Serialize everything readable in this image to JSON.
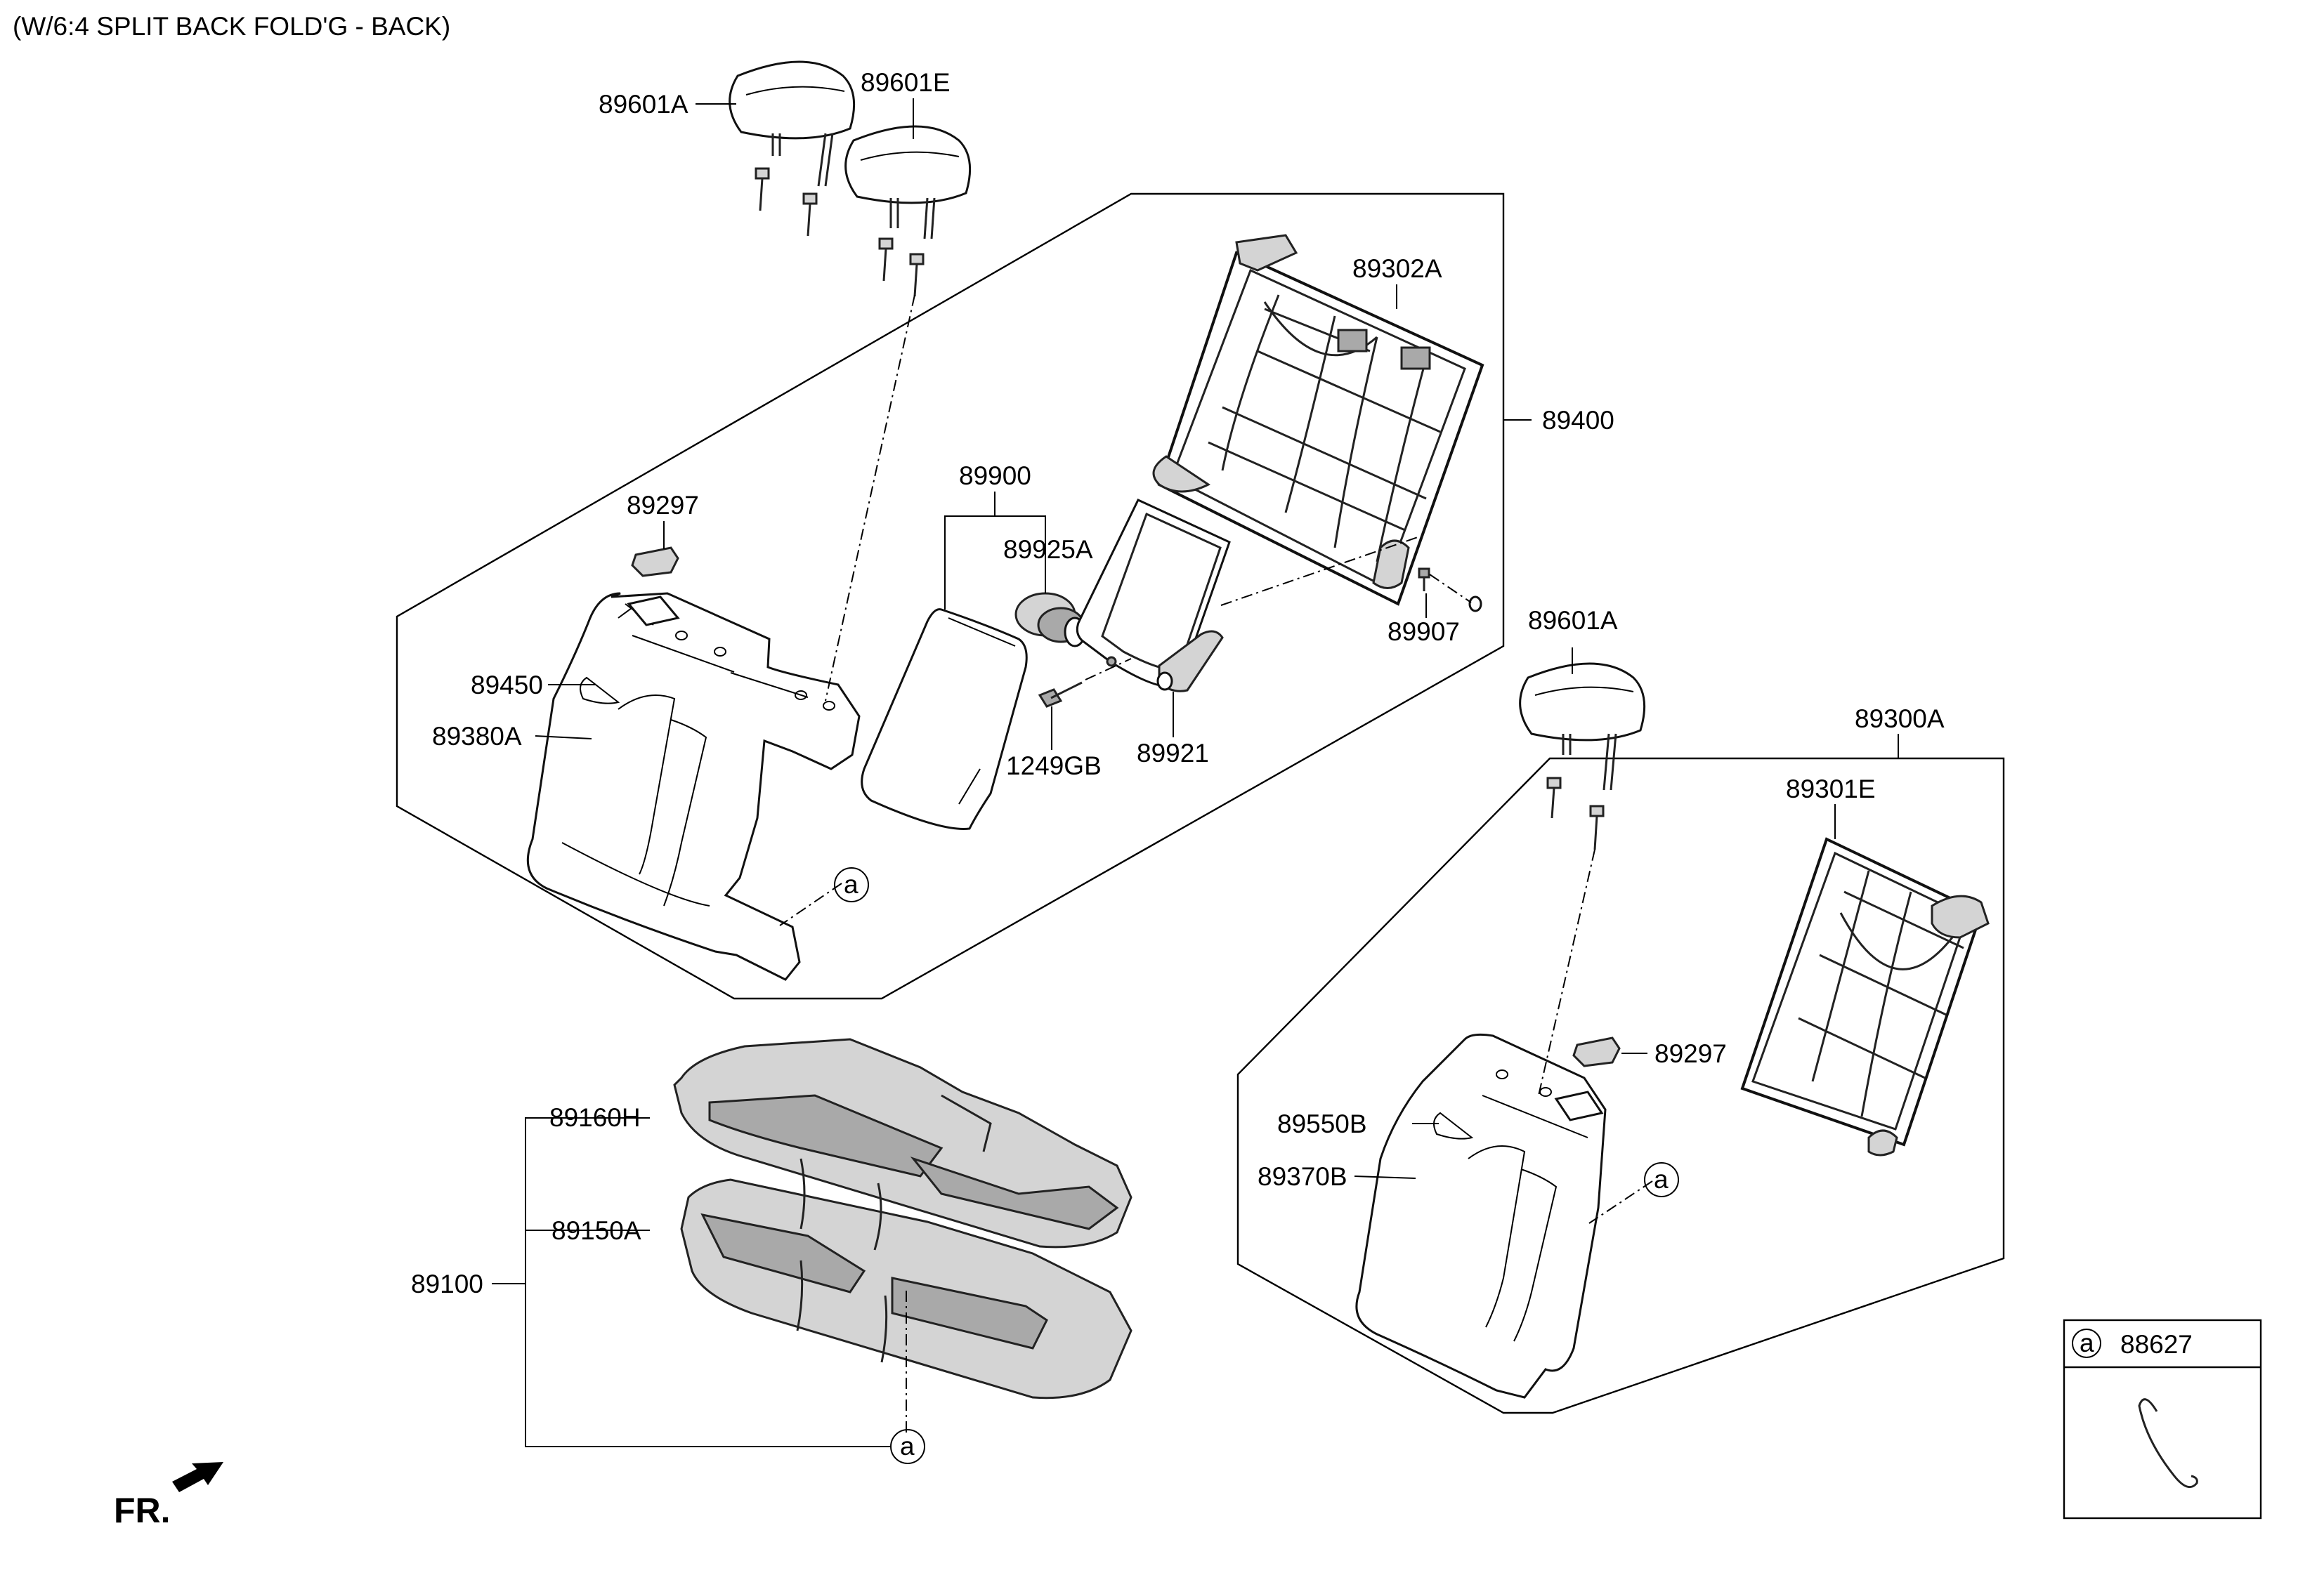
{
  "header": {
    "title": "(W/6:4 SPLIT BACK FOLD'G - BACK)"
  },
  "callouts": {
    "p89601A_top": "89601A",
    "p89601E": "89601E",
    "p89302A": "89302A",
    "p89400": "89400",
    "p89900": "89900",
    "p89925A": "89925A",
    "p89297_left": "89297",
    "p89450": "89450",
    "p89380A": "89380A",
    "p89907": "89907",
    "p1249GB": "1249GB",
    "p89921": "89921",
    "p89601A_right": "89601A",
    "p89300A": "89300A",
    "p89301E": "89301E",
    "p89297_right": "89297",
    "p89550B": "89550B",
    "p89370B": "89370B",
    "p89160H": "89160H",
    "p89150A": "89150A",
    "p89100": "89100"
  },
  "refs": {
    "ref_letter": "a"
  },
  "inset": {
    "letter": "a",
    "part_no": "88627"
  },
  "direction": {
    "label": "FR."
  }
}
